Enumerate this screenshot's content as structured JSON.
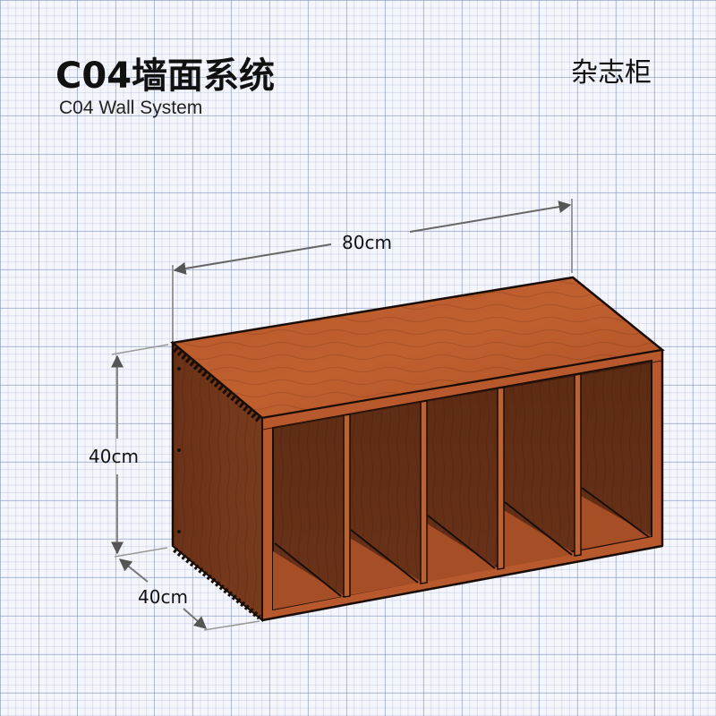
{
  "header": {
    "title_cn": "C04墙面系统",
    "title_en": "C04 Wall System",
    "product_name": "杂志柜"
  },
  "dimensions": {
    "width": "80cm",
    "height": "40cm",
    "depth": "40cm"
  },
  "product": {
    "type": "magazine-cabinet",
    "compartments": 5,
    "colors": {
      "wood_top": "#b5552a",
      "wood_front_edge": "#b8592d",
      "wood_side": "#6e3418",
      "wood_interior": "#5a2a14",
      "wood_interior_floor": "#a64e26",
      "outline": "#1a0d06"
    }
  },
  "grid": {
    "background": "#f4f6fb",
    "line_color": "#8c9bc6"
  }
}
